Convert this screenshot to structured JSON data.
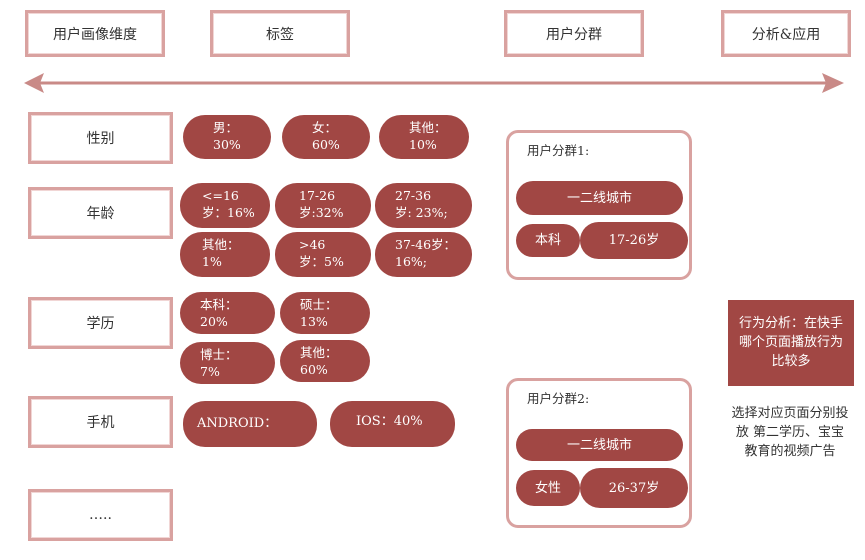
{
  "headers": [
    "用户画像维度",
    "标签",
    "用户分群",
    "分析&应用"
  ],
  "dimensions": [
    "性别",
    "年龄",
    "学历",
    "手机",
    "….."
  ],
  "gender": [
    "男：\n30%",
    "女：\n60%",
    "其他：\n10%"
  ],
  "age": [
    "<=16\n岁：16%",
    "17-26\n岁:32%",
    "27-36\n岁: 23%;",
    "其他：\n1%",
    ">46\n岁：5%",
    "37-46岁：\n16%;"
  ],
  "education": [
    "本科：\n20%",
    "硕士：\n13%",
    "博士：\n7%",
    "其他：\n60%"
  ],
  "phone": [
    "ANDROID：",
    "IOS：40%"
  ],
  "segment1": {
    "title": "用户分群1:",
    "city": "一二线城市",
    "attr": "本科",
    "age": "17-26岁"
  },
  "segment2": {
    "title": "用户分群2:",
    "city": "一二线城市",
    "attr": "女性",
    "age": "26-37岁"
  },
  "analysis": "行为分析：在快手哪个页面播放行为比较多",
  "application": "选择对应页面分别投放 第二学历、宝宝教育的视频广告",
  "colors": {
    "pill": "#a14744",
    "border": "#d9a2a0",
    "arrow": "#c98a87"
  }
}
